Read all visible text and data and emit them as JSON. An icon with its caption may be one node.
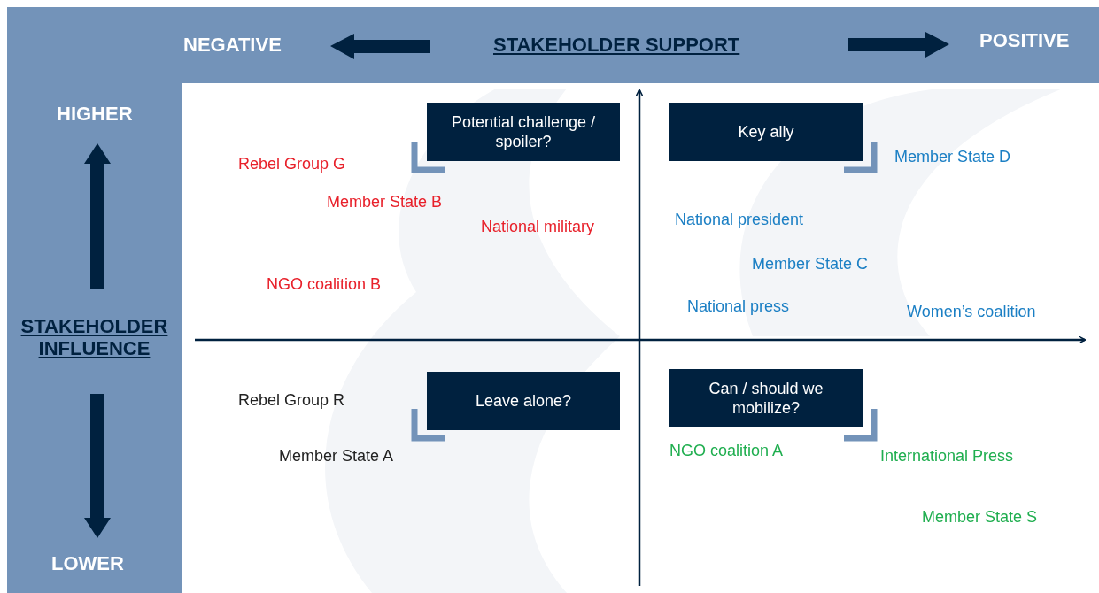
{
  "diagram": {
    "nodes": [
      {
        "text": [
          "Potential challenge / spoiler?"
        ]
      },
      {
        "text": [
          "Key ally"
        ]
      },
      {
        "text": [
          "Leave alone?"
        ]
      },
      {
        "text": [
          "Can / should we mobilize?"
        ]
      }
    ],
    "edges": [],
    "labels": [
      "NEGATIVE",
      "STAKEHOLDER SUPPORT",
      "POSITIVE",
      "HIGHER",
      "STAKEHOLDER INFLUENCE",
      "LOWER",
      "Rebel Group G",
      "Member State D",
      "Member State B",
      "National president",
      "National military",
      "Member State C",
      "NGO coalition B",
      "National press",
      "Women’s coalition",
      "Rebel Group R",
      "NGO coalition A",
      "Member State A",
      "International Press",
      "Member State S"
    ]
  }
}
